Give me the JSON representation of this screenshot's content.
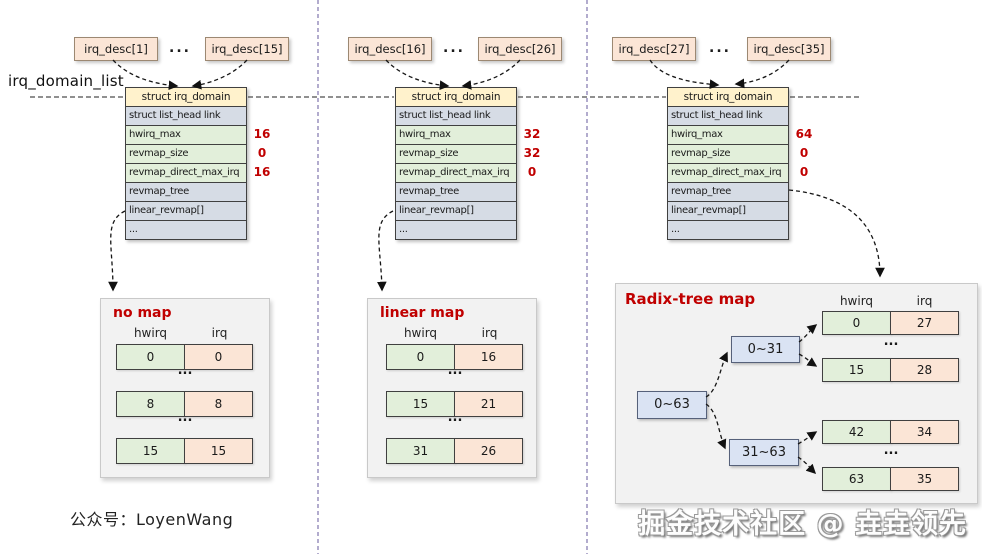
{
  "colors": {
    "accent_red": "#C00000",
    "struct_header_fill": "#FFF2CC",
    "row_blue_fill": "#D6DCE5",
    "row_green_fill": "#E2EFDA",
    "cell_peach_fill": "#FBE5D6",
    "node_blue_fill": "#DAE3F3",
    "panel_gray_fill": "#F2F2F2",
    "divider_purple": "#8074AE"
  },
  "list_label": "irq_domain_list",
  "columns": [
    {
      "descs": [
        "irq_desc[1]",
        "irq_desc[15]"
      ],
      "dots": "...",
      "struct": {
        "title": "struct irq_domain",
        "fields": [
          "struct list_head link",
          "hwirq_max",
          "revmap_size",
          "revmap_direct_max_irq",
          "revmap_tree",
          "linear_revmap[]",
          "..."
        ],
        "values": [
          "16",
          "0",
          "16"
        ]
      }
    },
    {
      "descs": [
        "irq_desc[16]",
        "irq_desc[26]"
      ],
      "dots": "...",
      "struct": {
        "title": "struct irq_domain",
        "fields": [
          "struct list_head link",
          "hwirq_max",
          "revmap_size",
          "revmap_direct_max_irq",
          "revmap_tree",
          "linear_revmap[]",
          "..."
        ],
        "values": [
          "32",
          "32",
          "0"
        ]
      }
    },
    {
      "descs": [
        "irq_desc[27]",
        "irq_desc[35]"
      ],
      "dots": "...",
      "struct": {
        "title": "struct irq_domain",
        "fields": [
          "struct list_head link",
          "hwirq_max",
          "revmap_size",
          "revmap_direct_max_irq",
          "revmap_tree",
          "linear_revmap[]",
          "..."
        ],
        "values": [
          "64",
          "0",
          "0"
        ]
      }
    }
  ],
  "maps": {
    "no_map": {
      "title": "no map",
      "headers": [
        "hwirq",
        "irq"
      ],
      "rows": [
        [
          "0",
          "0"
        ],
        [
          "8",
          "8"
        ],
        [
          "15",
          "15"
        ]
      ],
      "dots": "..."
    },
    "linear_map": {
      "title": "linear map",
      "headers": [
        "hwirq",
        "irq"
      ],
      "rows": [
        [
          "0",
          "16"
        ],
        [
          "15",
          "21"
        ],
        [
          "31",
          "26"
        ]
      ],
      "dots": "..."
    },
    "radix_map": {
      "title": "Radix-tree map",
      "headers": [
        "hwirq",
        "irq"
      ],
      "root": "0~63",
      "child_upper": "0~31",
      "child_lower": "31~63",
      "upper_rows": [
        [
          "0",
          "27"
        ],
        [
          "15",
          "28"
        ]
      ],
      "lower_rows": [
        [
          "42",
          "34"
        ],
        [
          "63",
          "35"
        ]
      ],
      "dots": "..."
    }
  },
  "footer": {
    "credit": "公众号：LoyenWang",
    "watermark": "掘金技术社区 @ 垚垚领先"
  }
}
